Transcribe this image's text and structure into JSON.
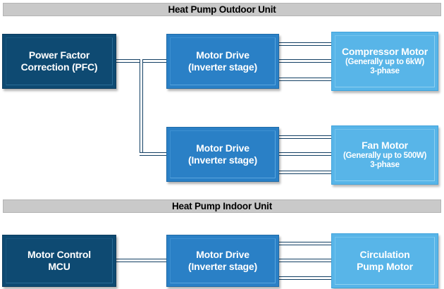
{
  "diagram": {
    "title_outdoor": "Heat Pump Outdoor Unit",
    "title_indoor": "Heat Pump Indoor Unit",
    "colors": {
      "navy": "#0e4a72",
      "mid_blue": "#2a80c6",
      "light_blue": "#58b5e8",
      "header_gray": "#c9c9c9",
      "line": "#123f63",
      "background": "#ffffff"
    },
    "outdoor": {
      "pfc": {
        "line1": "Power Factor",
        "line2": "Correction (PFC)"
      },
      "compressor_drive": {
        "line1": "Motor Drive",
        "line2": "(Inverter stage)"
      },
      "compressor_motor": {
        "line1": "Compressor Motor",
        "line2": "(Generally up to 6kW)",
        "line3": "3-phase"
      },
      "fan_drive": {
        "line1": "Motor Drive",
        "line2": "(Inverter stage)"
      },
      "fan_motor": {
        "line1": "Fan Motor",
        "line2": "(Generally up to 500W)",
        "line3": "3-phase"
      }
    },
    "indoor": {
      "mcu": {
        "line1": "Motor Control",
        "line2": "MCU"
      },
      "pump_drive": {
        "line1": "Motor Drive",
        "line2": "(Inverter stage)"
      },
      "pump_motor": {
        "line1": "Circulation",
        "line2": "Pump Motor"
      }
    }
  }
}
